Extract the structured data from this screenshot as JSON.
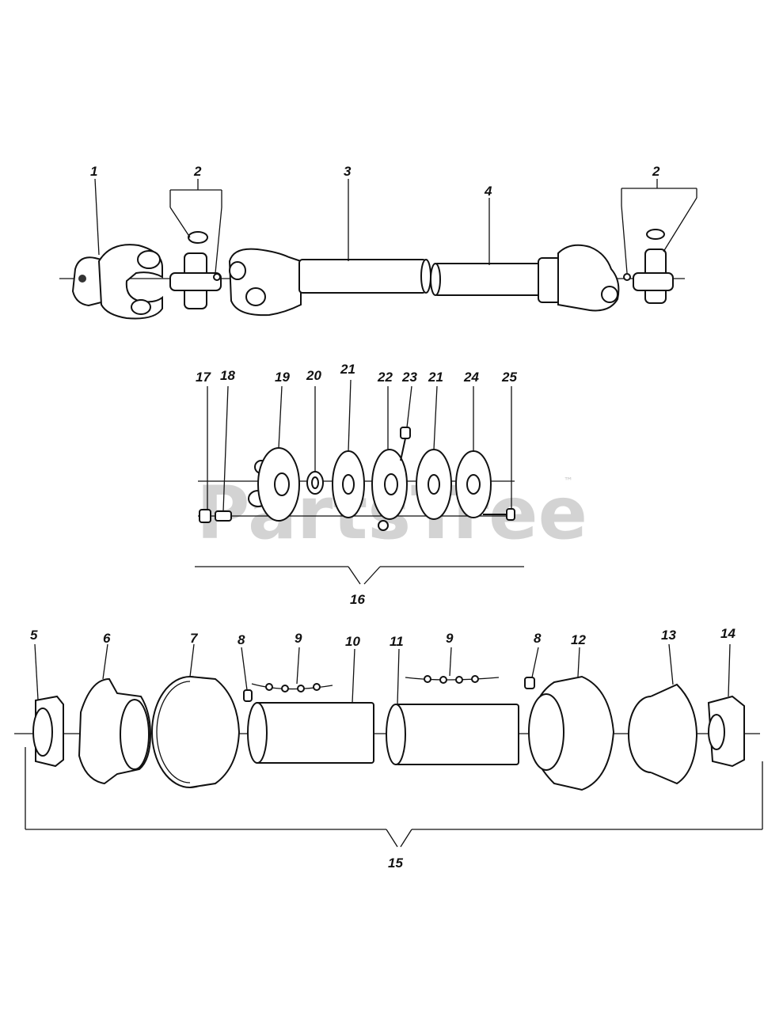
{
  "watermark": {
    "text": "PartsTree",
    "trademark": "™"
  },
  "callouts": {
    "c1": "1",
    "c2a": "2",
    "c2b": "2",
    "c3": "3",
    "c4": "4",
    "c5": "5",
    "c6": "6",
    "c7": "7",
    "c8a": "8",
    "c8b": "8",
    "c9a": "9",
    "c9b": "9",
    "c10": "10",
    "c11": "11",
    "c12": "12",
    "c13": "13",
    "c14": "14",
    "c15": "15",
    "c16": "16",
    "c17": "17",
    "c18": "18",
    "c19": "19",
    "c20": "20",
    "c21a": "21",
    "c21b": "21",
    "c22": "22",
    "c23": "23",
    "c24": "24",
    "c25": "25"
  }
}
